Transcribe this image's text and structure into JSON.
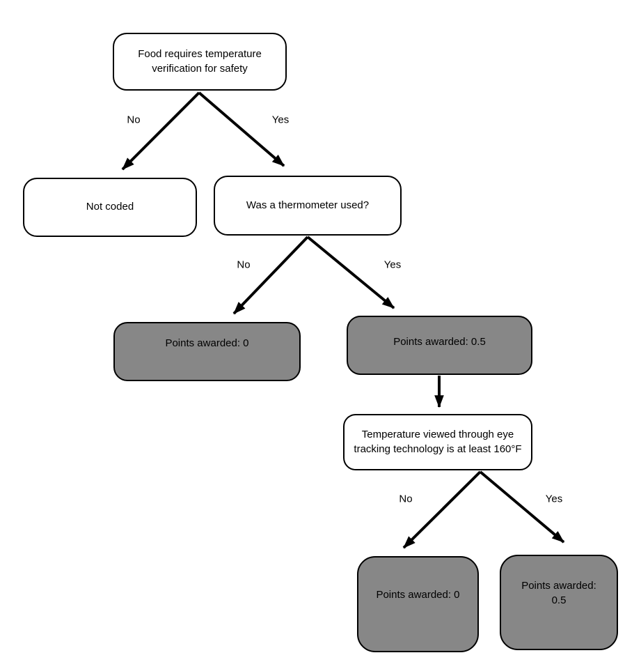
{
  "diagram": {
    "colors": {
      "background": "#ffffff",
      "decision_node_fill": "#ffffff",
      "outcome_node_fill": "#878787",
      "border": "#000000",
      "arrow": "#000000",
      "text": "#000000"
    },
    "nodes": [
      {
        "id": "root",
        "text": "Food requires temperature verification for safety"
      },
      {
        "id": "not-coded",
        "text": "Not coded"
      },
      {
        "id": "thermometer",
        "text": "Was a thermometer used?"
      },
      {
        "id": "points-0-first",
        "text": "Points awarded: 0"
      },
      {
        "id": "points-05-first",
        "text": "Points awarded: 0.5"
      },
      {
        "id": "eye-tracking",
        "text": "Temperature viewed through eye tracking technology is at least 160°F"
      },
      {
        "id": "points-0-second",
        "text": "Points awarded: 0"
      },
      {
        "id": "points-05-second",
        "text": "Points awarded: 0.5"
      }
    ],
    "edge_labels": [
      {
        "id": "root-no",
        "text": "No"
      },
      {
        "id": "root-yes",
        "text": "Yes"
      },
      {
        "id": "thermometer-no",
        "text": "No"
      },
      {
        "id": "thermometer-yes",
        "text": "Yes"
      },
      {
        "id": "eye-tracking-no",
        "text": "No"
      },
      {
        "id": "eye-tracking-yes",
        "text": "Yes"
      }
    ]
  }
}
